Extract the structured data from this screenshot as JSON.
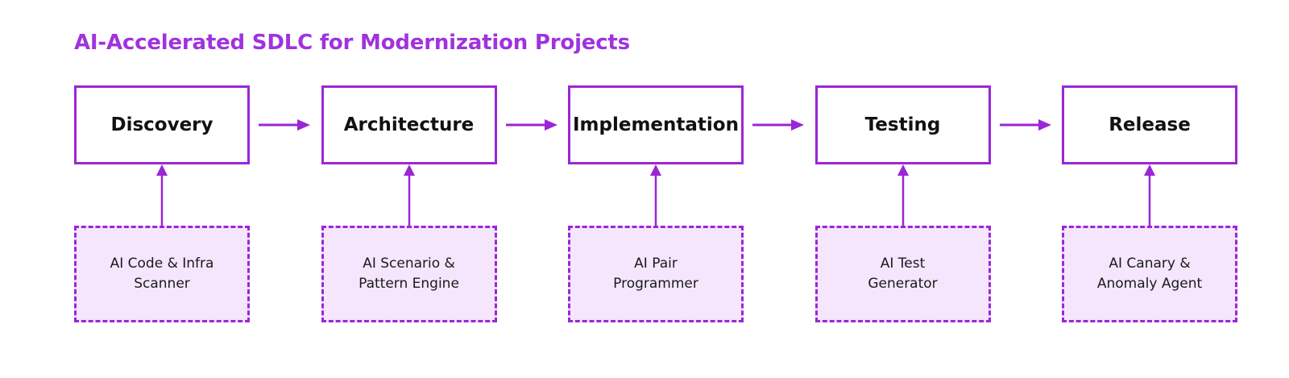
{
  "title": "AI-Accelerated SDLC for Modernization Projects",
  "colors": {
    "accent": "#9B26D6",
    "title": "#A033DD",
    "tool_fill": "#F5E6FD",
    "stage_fill": "#FFFFFF",
    "background": "#FFFFFF",
    "text": "#111111"
  },
  "stages": [
    {
      "label": "Discovery",
      "tool": "AI Code & Infra\nScanner"
    },
    {
      "label": "Architecture",
      "tool": "AI Scenario &\nPattern Engine"
    },
    {
      "label": "Implementation",
      "tool": "AI Pair\nProgrammer"
    },
    {
      "label": "Testing",
      "tool": "AI Test\nGenerator"
    },
    {
      "label": "Release",
      "tool": "AI Canary &\nAnomaly Agent"
    }
  ],
  "stage_labels": [
    "Discovery",
    "Architecture",
    "Implementation",
    "Testing",
    "Release"
  ],
  "tool_labels": [
    "AI Code & Infra Scanner",
    "AI Scenario & Pattern Engine",
    "AI Pair Programmer",
    "AI Test Generator",
    "AI Canary & Anomaly Agent"
  ],
  "tool_lines": [
    [
      "AI Code & Infra",
      "Scanner"
    ],
    [
      "AI Scenario &",
      "Pattern Engine"
    ],
    [
      "AI Pair",
      "Programmer"
    ],
    [
      "AI Test",
      "Generator"
    ],
    [
      "AI Canary &",
      "Anomaly Agent"
    ]
  ],
  "flow_arrow_count": 4,
  "connector_arrow_count": 5,
  "arrow_direction_horizontal": "right",
  "arrow_direction_vertical": "up"
}
